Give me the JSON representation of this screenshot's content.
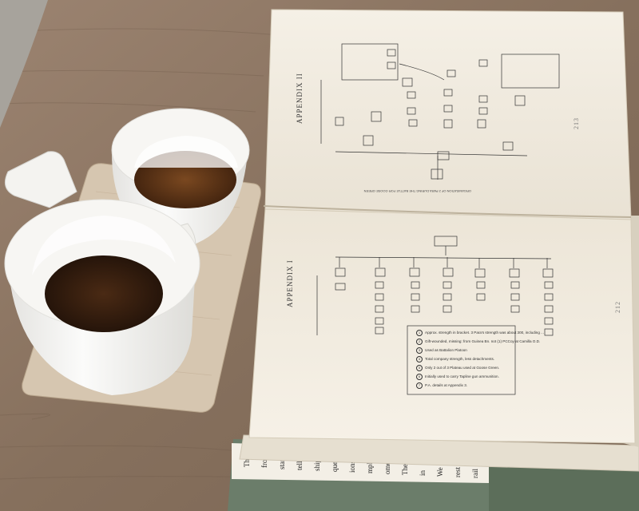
{
  "book": {
    "top_page": {
      "appendix_label": "APPENDIX II",
      "page_number": "213"
    },
    "bottom_page": {
      "appendix_label": "APPENDIX I",
      "page_number": "212",
      "notes": [
        {
          "num": "1",
          "text": "Approx. strength in bracket. 3 Para's strength was about 300, including ..."
        },
        {
          "num": "2",
          "text": "Gift-wounded, missing: from Guinea Bn. not (1) PCCoy at Camilla O.D."
        },
        {
          "num": "3",
          "text": "Used as Battalion Platoon"
        },
        {
          "num": "4",
          "text": "Total company strength, less detachments."
        },
        {
          "num": "5",
          "text": "Only 2 out of 3 Plateau used at Goose Green."
        },
        {
          "num": "6",
          "text": "Initially used to carry Tapline gun ammunition."
        },
        {
          "num": "7",
          "text": "P.A. details at Appendix 3."
        }
      ]
    }
  },
  "colors": {
    "table": "#8b735d",
    "page": "#f4efe3",
    "mug": "#f5f4f1",
    "coffee": "#2a170c",
    "tray": "#d9c8b2"
  }
}
